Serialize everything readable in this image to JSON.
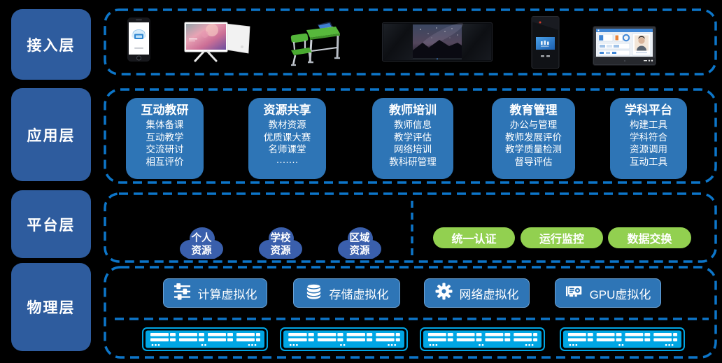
{
  "colors": {
    "background": "#000000",
    "layer_box_blue": "#2E5C9E",
    "module_blue": "#2E75B6",
    "cloud_blue": "#3A5FAC",
    "service_green": "#92D050",
    "rack_cyan": "#00A6E4",
    "dashed_border_blue": "#0D76C9",
    "text": "#FFFFFF"
  },
  "layers": [
    {
      "label": "接入层"
    },
    {
      "label": "应用层"
    },
    {
      "label": "平台层"
    },
    {
      "label": "物理层"
    }
  ],
  "access": {
    "devices": [
      "smartphone",
      "all-in-one-monitor",
      "student-desk",
      "smart-blackboard",
      "kiosk-terminal",
      "classroom-tablet"
    ]
  },
  "application": {
    "modules": [
      {
        "title": "互动教研",
        "items": [
          "集体备课",
          "互动教学",
          "交流研讨",
          "相互评价"
        ]
      },
      {
        "title": "资源共享",
        "items": [
          "教材资源",
          "优质课大赛",
          "名师课堂",
          "·······"
        ]
      },
      {
        "title": "教师培训",
        "items": [
          "教师信息",
          "教学评估",
          "网络培训",
          "教科研管理"
        ]
      },
      {
        "title": "教育管理",
        "items": [
          "办公与管理",
          "教师发展评价",
          "教学质量检测",
          "督导评估"
        ]
      },
      {
        "title": "学科平台",
        "items": [
          "构建工具",
          "学科符合",
          "资源调用",
          "互动工具"
        ]
      }
    ]
  },
  "platform": {
    "clouds": [
      {
        "line1": "个人",
        "line2": "资源"
      },
      {
        "line1": "学校",
        "line2": "资源"
      },
      {
        "line1": "区域",
        "line2": "资源"
      }
    ],
    "services": [
      {
        "label": "统一认证"
      },
      {
        "label": "运行监控"
      },
      {
        "label": "数据交换"
      }
    ]
  },
  "physical": {
    "virtualization": [
      {
        "label": "计算虚拟化",
        "icon": "sliders-icon"
      },
      {
        "label": "存储虚拟化",
        "icon": "database-icon"
      },
      {
        "label": "网络虚拟化",
        "icon": "gear-icon"
      },
      {
        "label": "GPU虚拟化",
        "icon": "gpu-icon"
      }
    ],
    "server_racks": 4
  }
}
